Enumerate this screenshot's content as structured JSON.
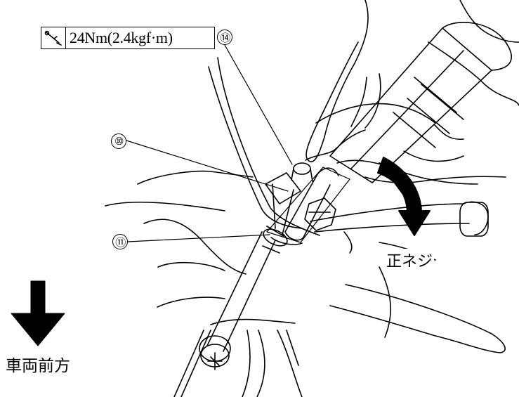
{
  "torque_spec": {
    "icon": "torque-wrench-icon",
    "value": "24Nm(2.4kgf·m)"
  },
  "callouts": {
    "c14": "⑭",
    "c10": "⑩",
    "c11": "⑪"
  },
  "direction_label": "正ネジ",
  "front_label": "車両前方",
  "colors": {
    "line": "#000000",
    "background": "#ffffff"
  }
}
